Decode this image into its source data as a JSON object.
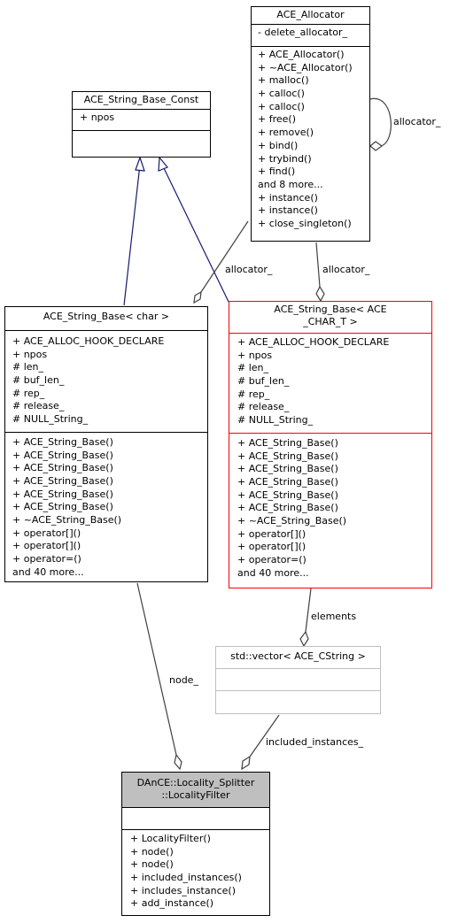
{
  "classes": {
    "string_base_const": {
      "title": [
        "ACE_String_Base_Const"
      ],
      "attributes": [
        "+ npos"
      ],
      "methods": []
    },
    "allocator": {
      "title": [
        "ACE_Allocator"
      ],
      "attributes": [
        "- delete_allocator_"
      ],
      "methods": [
        "+ ACE_Allocator()",
        "+ ~ACE_Allocator()",
        "+ malloc()",
        "+ calloc()",
        "+ calloc()",
        "+ free()",
        "+ remove()",
        "+ bind()",
        "+ trybind()",
        "+ find()",
        "and 8 more...",
        "+ instance()",
        "+ instance()",
        "+ close_singleton()"
      ]
    },
    "string_base_char": {
      "title": [
        "ACE_String_Base< char >"
      ],
      "attributes": [
        "+ ACE_ALLOC_HOOK_DECLARE",
        "+ npos",
        "# len_",
        "# buf_len_",
        "# rep_",
        "# release_",
        "# NULL_String_"
      ],
      "methods": [
        "+ ACE_String_Base()",
        "+ ACE_String_Base()",
        "+ ACE_String_Base()",
        "+ ACE_String_Base()",
        "+ ACE_String_Base()",
        "+ ACE_String_Base()",
        "+ ~ACE_String_Base()",
        "+ operator[]()",
        "+ operator[]()",
        "+ operator=()",
        "and 40 more..."
      ]
    },
    "string_base_tchar": {
      "title": [
        "ACE_String_Base< ACE",
        "_CHAR_T >"
      ],
      "attributes": [
        "+ ACE_ALLOC_HOOK_DECLARE",
        "+ npos",
        "# len_",
        "# buf_len_",
        "# rep_",
        "# release_",
        "# NULL_String_"
      ],
      "methods": [
        "+ ACE_String_Base()",
        "+ ACE_String_Base()",
        "+ ACE_String_Base()",
        "+ ACE_String_Base()",
        "+ ACE_String_Base()",
        "+ ACE_String_Base()",
        "+ ~ACE_String_Base()",
        "+ operator[]()",
        "+ operator[]()",
        "+ operator=()",
        "and 40 more..."
      ]
    },
    "vector": {
      "title": [
        "std::vector< ACE_CString >"
      ],
      "attributes": [],
      "methods": []
    },
    "locality_filter": {
      "title": [
        "DAnCE::Locality_Splitter",
        "::LocalityFilter"
      ],
      "attributes": [],
      "methods": [
        "+ LocalityFilter()",
        "+ node()",
        "+ node()",
        "+ included_instances()",
        "+ includes_instance()",
        "+ add_instance()"
      ]
    }
  },
  "edge_labels": {
    "allocator_self": "allocator_",
    "allocator_char": "allocator_",
    "allocator_tchar": "allocator_",
    "elements": "elements",
    "node": "node_",
    "included_instances": "included_instances_"
  },
  "colors": {
    "inheritance": "#191970",
    "composition": "#404040",
    "highlight_border": "#ff0000",
    "template_border": "#bfbfbf",
    "focus_fill": "#bfbfbf"
  }
}
